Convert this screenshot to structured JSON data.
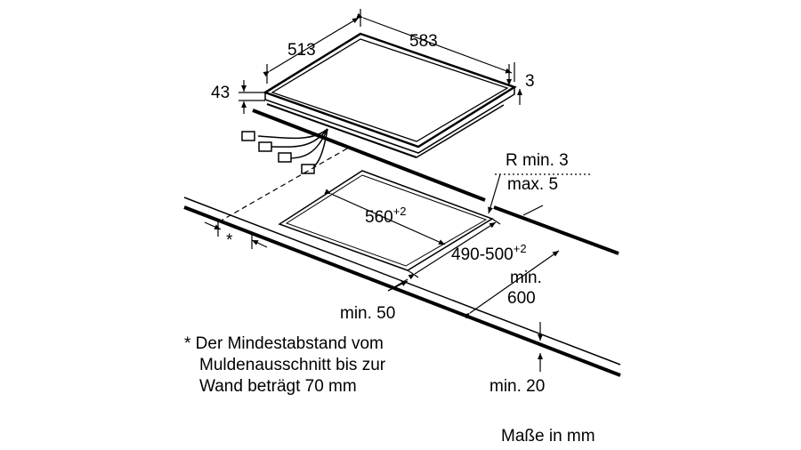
{
  "dimensions": {
    "depth": "513",
    "width": "583",
    "frame": "3",
    "height": "43",
    "cutout_width": "560",
    "cutout_width_tol": "+2",
    "cutout_depth": "490-500",
    "cutout_depth_tol": "+2",
    "radius_line1": "R min. 3",
    "radius_line2": "max. 5",
    "countertop_depth_line1": "min.",
    "countertop_depth_line2": "600",
    "front_distance": "min. 50",
    "thickness": "min. 20",
    "wall_marker": "*"
  },
  "footnote": {
    "line1": "* Der Mindestabstand vom",
    "line2": "Muldenausschnitt bis zur",
    "line3": "Wand beträgt 70 mm"
  },
  "units_label": "Maße in mm"
}
